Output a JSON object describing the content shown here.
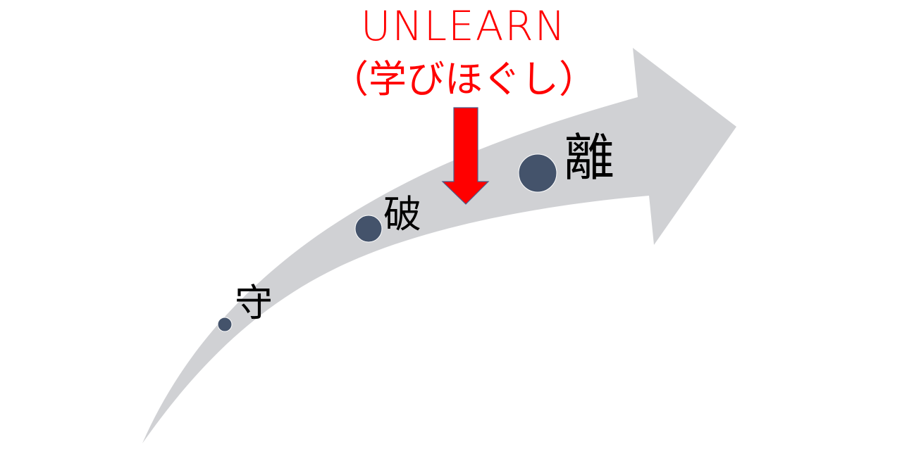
{
  "title": {
    "english": "UNLEARN",
    "japanese": "（学びほぐし）",
    "color": "#ff0000"
  },
  "stages": [
    {
      "label": "守",
      "marker": "small-dot"
    },
    {
      "label": "破",
      "marker": "medium-dot"
    },
    {
      "label": "離",
      "marker": "large-dot"
    }
  ],
  "colors": {
    "arrow_fill": "#d0d1d4",
    "dot_fill": "#44536b",
    "down_arrow_fill": "#ff0000",
    "down_arrow_outline": "#4a5e8c",
    "label_text": "#000000"
  },
  "icons": {
    "growth_arrow": "curved-arrow-icon",
    "unlearn_pointer": "down-arrow-icon"
  }
}
